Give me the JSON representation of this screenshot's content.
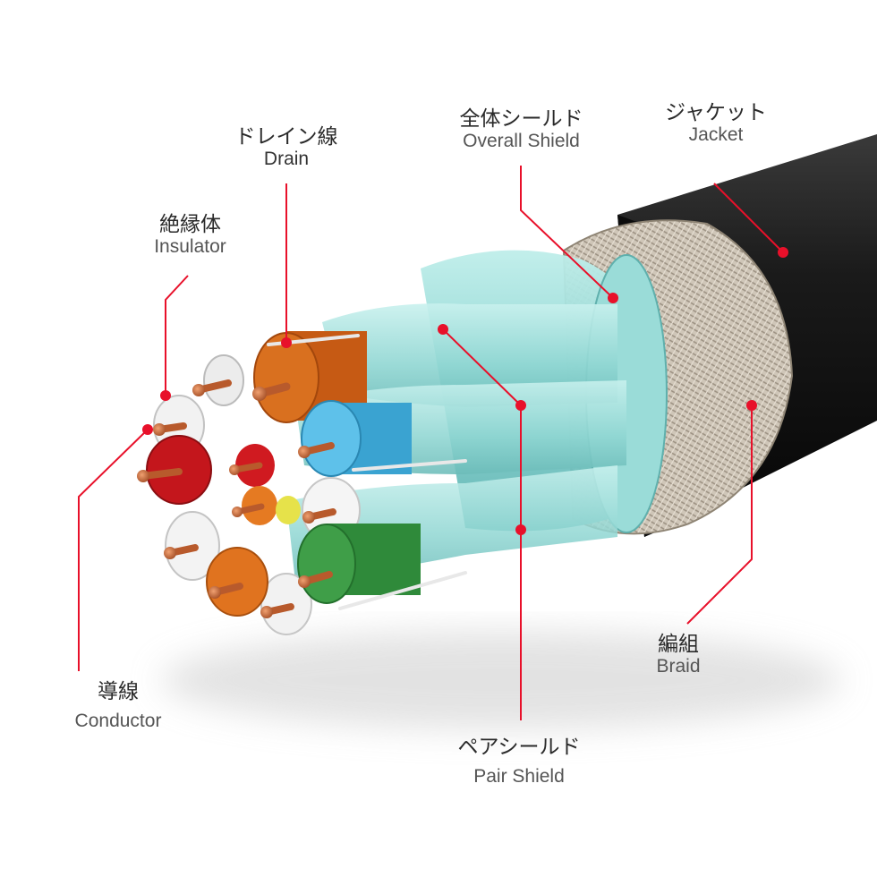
{
  "callouts": {
    "drain": {
      "jp": "ドレイン線",
      "en": "Drain"
    },
    "overall_shield": {
      "jp": "全体シールド",
      "en": "Overall Shield"
    },
    "jacket": {
      "jp": "ジャケット",
      "en": "Jacket"
    },
    "insulator": {
      "jp": "絶縁体",
      "en": "Insulator"
    },
    "conductor": {
      "jp": "導線",
      "en": "Conductor"
    },
    "pair_shield": {
      "jp": "ペアシールド",
      "en": "Pair Shield"
    },
    "braid": {
      "jp": "編組",
      "en": "Braid"
    }
  },
  "colors": {
    "leader": "#e8102a",
    "jacket": "#151515",
    "braid": "#c9bfb0",
    "shield": "#7fcfcc",
    "copper": "#c0643a"
  }
}
